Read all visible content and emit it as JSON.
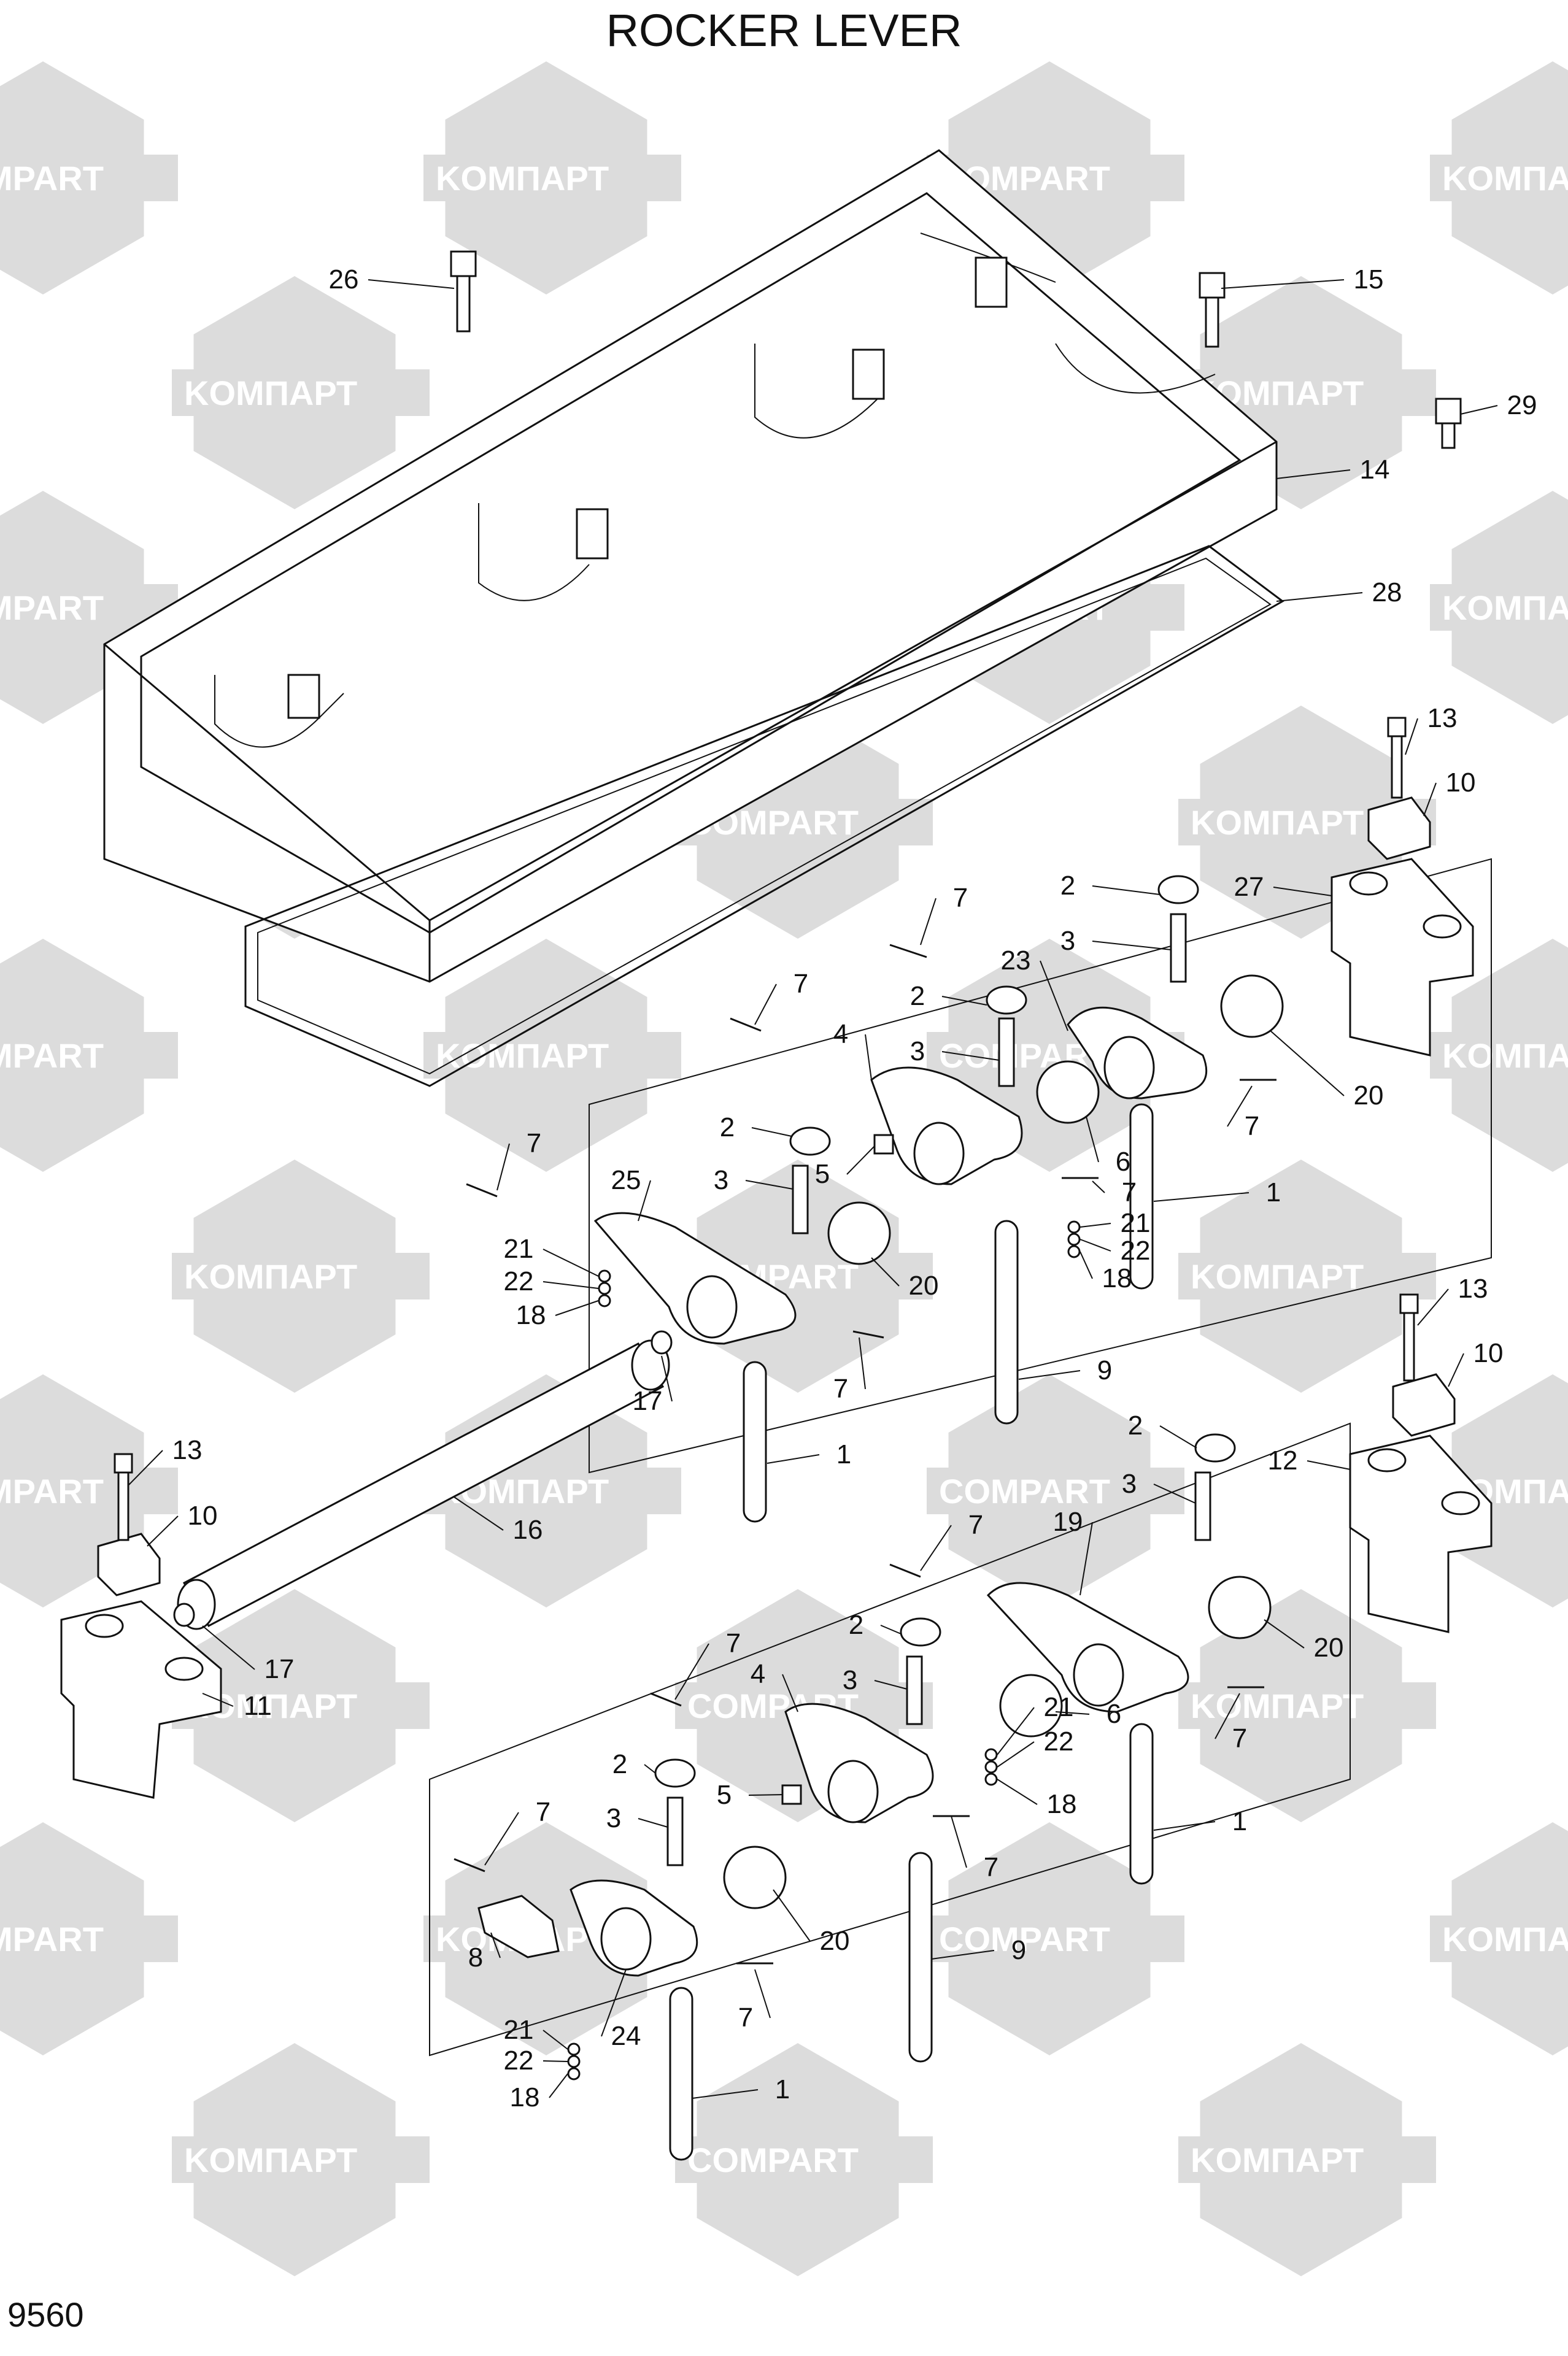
{
  "title": "ROCKER LEVER",
  "page_code": "9560",
  "watermark": {
    "latin": "COMPART",
    "cyrillic": "KOMПАРТ",
    "color": "#dcdcdc"
  },
  "callouts": [
    {
      "id": "c26",
      "label": "26"
    },
    {
      "id": "c15",
      "label": "15"
    },
    {
      "id": "c29",
      "label": "29"
    },
    {
      "id": "c14",
      "label": "14"
    },
    {
      "id": "c28",
      "label": "28"
    },
    {
      "id": "c13a",
      "label": "13"
    },
    {
      "id": "c10a",
      "label": "10"
    },
    {
      "id": "c27",
      "label": "27"
    },
    {
      "id": "c2a",
      "label": "2"
    },
    {
      "id": "c3a",
      "label": "3"
    },
    {
      "id": "c7a",
      "label": "7"
    },
    {
      "id": "c23",
      "label": "23"
    },
    {
      "id": "c2b",
      "label": "2"
    },
    {
      "id": "c7b",
      "label": "7"
    },
    {
      "id": "c4a",
      "label": "4"
    },
    {
      "id": "c3b",
      "label": "3"
    },
    {
      "id": "c20a",
      "label": "20"
    },
    {
      "id": "c7c",
      "label": "7"
    },
    {
      "id": "c2c",
      "label": "2"
    },
    {
      "id": "c5a",
      "label": "5"
    },
    {
      "id": "c6a",
      "label": "6"
    },
    {
      "id": "c7d",
      "label": "7"
    },
    {
      "id": "c1a",
      "label": "1"
    },
    {
      "id": "c7e",
      "label": "7"
    },
    {
      "id": "c25",
      "label": "25"
    },
    {
      "id": "c3c",
      "label": "3"
    },
    {
      "id": "c21a",
      "label": "21"
    },
    {
      "id": "c22a",
      "label": "22"
    },
    {
      "id": "c18a",
      "label": "18"
    },
    {
      "id": "c21b",
      "label": "21"
    },
    {
      "id": "c22b",
      "label": "22"
    },
    {
      "id": "c18b",
      "label": "18"
    },
    {
      "id": "c20b",
      "label": "20"
    },
    {
      "id": "c17a",
      "label": "17"
    },
    {
      "id": "c7f",
      "label": "7"
    },
    {
      "id": "c9a",
      "label": "9"
    },
    {
      "id": "c1b",
      "label": "1"
    },
    {
      "id": "c13b",
      "label": "13"
    },
    {
      "id": "c10b",
      "label": "10"
    },
    {
      "id": "c13c",
      "label": "13"
    },
    {
      "id": "c10c",
      "label": "10"
    },
    {
      "id": "c16",
      "label": "16"
    },
    {
      "id": "c2d",
      "label": "2"
    },
    {
      "id": "c12",
      "label": "12"
    },
    {
      "id": "c3d",
      "label": "3"
    },
    {
      "id": "c7g",
      "label": "7"
    },
    {
      "id": "c19",
      "label": "19"
    },
    {
      "id": "c17b",
      "label": "17"
    },
    {
      "id": "c11",
      "label": "11"
    },
    {
      "id": "c20c",
      "label": "20"
    },
    {
      "id": "c2e",
      "label": "2"
    },
    {
      "id": "c7h",
      "label": "7"
    },
    {
      "id": "c4b",
      "label": "4"
    },
    {
      "id": "c3e",
      "label": "3"
    },
    {
      "id": "c6b",
      "label": "6"
    },
    {
      "id": "c7i",
      "label": "7"
    },
    {
      "id": "c21c",
      "label": "21"
    },
    {
      "id": "c22c",
      "label": "22"
    },
    {
      "id": "c18c",
      "label": "18"
    },
    {
      "id": "c2f",
      "label": "2"
    },
    {
      "id": "c5b",
      "label": "5"
    },
    {
      "id": "c1c",
      "label": "1"
    },
    {
      "id": "c7j",
      "label": "7"
    },
    {
      "id": "c3f",
      "label": "3"
    },
    {
      "id": "c7k",
      "label": "7"
    },
    {
      "id": "c20d",
      "label": "20"
    },
    {
      "id": "c8",
      "label": "8"
    },
    {
      "id": "c9b",
      "label": "9"
    },
    {
      "id": "c24",
      "label": "24"
    },
    {
      "id": "c7l",
      "label": "7"
    },
    {
      "id": "c21d",
      "label": "21"
    },
    {
      "id": "c22d",
      "label": "22"
    },
    {
      "id": "c18d",
      "label": "18"
    },
    {
      "id": "c1d",
      "label": "1"
    }
  ]
}
